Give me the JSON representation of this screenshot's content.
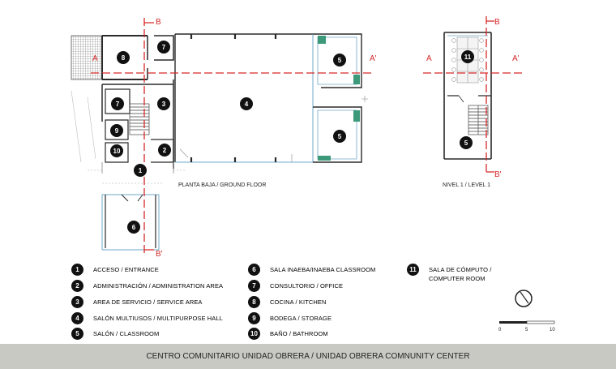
{
  "captions": {
    "ground": "PLANTA BAJA / GROUND FLOOR",
    "level1": "NIVEL 1 / LEVEL 1"
  },
  "section_marks": {
    "b": "B",
    "b_prime": "B'",
    "a": "A",
    "a_prime": "A'"
  },
  "rooms": [
    "1",
    "2",
    "3",
    "4",
    "5",
    "6",
    "7",
    "8",
    "9",
    "10",
    "11"
  ],
  "legend": [
    {
      "num": "1",
      "label": "ACCESO / ENTRANCE"
    },
    {
      "num": "2",
      "label": "ADMINISTRACIÓN / ADMINISTRATION AREA"
    },
    {
      "num": "3",
      "label": "AREA DE SERVICIO / SERVICE AREA"
    },
    {
      "num": "4",
      "label": "SALÓN MULTIUSOS / MULTIPURPOSE HALL"
    },
    {
      "num": "5",
      "label": "SALÓN / CLASSROOM"
    },
    {
      "num": "6",
      "label": "SALA INAEBA/INAEBA CLASSROOM"
    },
    {
      "num": "7",
      "label": "CONSULTORIO / OFFICE"
    },
    {
      "num": "8",
      "label": "COCINA / KITCHEN"
    },
    {
      "num": "9",
      "label": "BODEGA / STORAGE"
    },
    {
      "num": "10",
      "label": "BAÑO / BATHROOM"
    },
    {
      "num": "11",
      "label": "SALA DE CÓMPUTO / COMPUTER ROOM"
    }
  ],
  "scale": {
    "t0": "0",
    "t1": "5",
    "t2": "10"
  },
  "footer": "CENTRO COMUNITARIO UNIDAD OBRERA / UNIDAD OBRERA COMNUNITY CENTER",
  "colors": {
    "section": "#d62828",
    "wall": "#2a2a2a",
    "glass": "#6fa8c8",
    "stair": "#3c9a7a"
  }
}
